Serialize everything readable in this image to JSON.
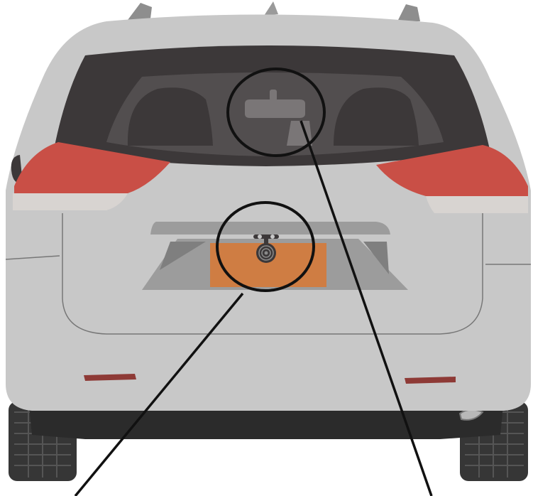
{
  "diagram": {
    "subject": "minivan-rear-view",
    "callouts": [
      {
        "id": "rear-window-mirror",
        "target": "rearview-mirror-area"
      },
      {
        "id": "license-plate-camera",
        "target": "rear-camera-on-plate"
      }
    ]
  },
  "colors": {
    "body": "#c8c8c8",
    "body_shadow": "#b5b5b6",
    "window_dark": "#3c3839",
    "window_inner": "#524e4f",
    "taillight": "#c94f46",
    "license_plate": "#cf7d43",
    "bumper_dark": "#2b2b2b",
    "tire": "#363636",
    "reflector": "#8e3a36",
    "callout_line": "#111111"
  }
}
